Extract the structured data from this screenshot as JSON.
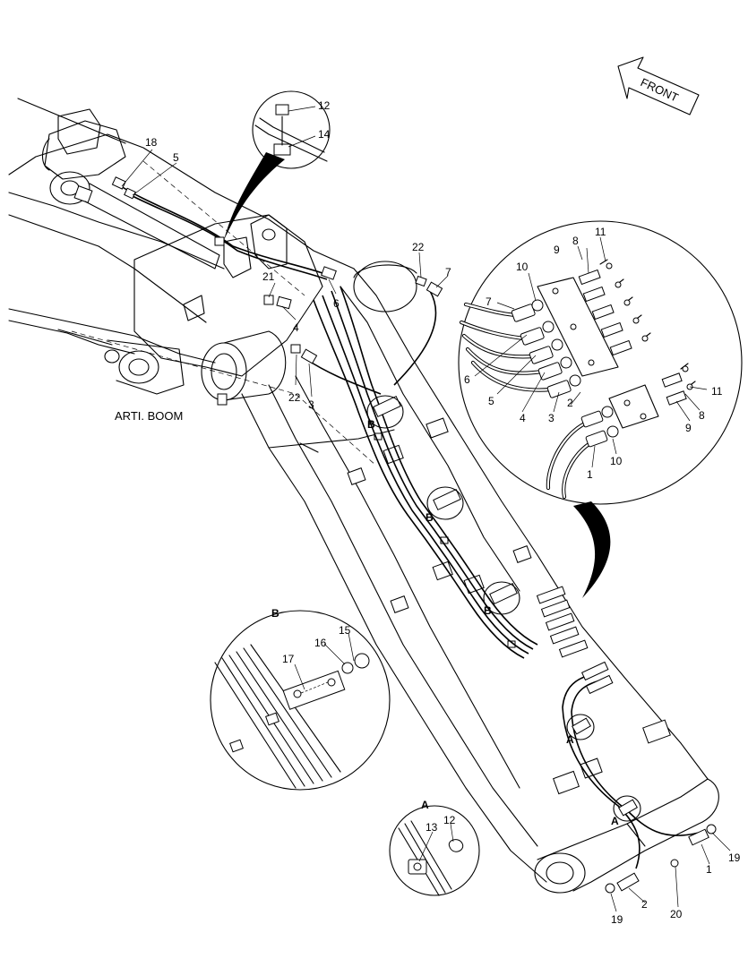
{
  "view_label": "ARTI. BOOM",
  "front_arrow": {
    "text": "FRONT"
  },
  "section_a_label": "A",
  "section_b_label": "B",
  "callouts": {
    "c18": "18",
    "c5": "5",
    "c12_top": "12",
    "c14": "14",
    "c22_top": "22",
    "c7_top": "7",
    "c21": "21",
    "c6_main": "6",
    "c4_main": "4",
    "c22_bottom": "22",
    "c3_main": "3",
    "d9_top": "9",
    "d8_top": "8",
    "d11_top": "11",
    "d10_top": "10",
    "d7": "7",
    "d6": "6",
    "d5": "5",
    "d4": "4",
    "d3": "3",
    "d2": "2",
    "d11_right": "11",
    "d8_right": "8",
    "d9_right": "9",
    "d10_bottom": "10",
    "d1": "1",
    "b15": "15",
    "b16": "16",
    "b17": "17",
    "a12": "12",
    "a13": "13",
    "e19_right": "19",
    "e1": "1",
    "e20": "20",
    "e2": "2",
    "e19_left": "19"
  }
}
